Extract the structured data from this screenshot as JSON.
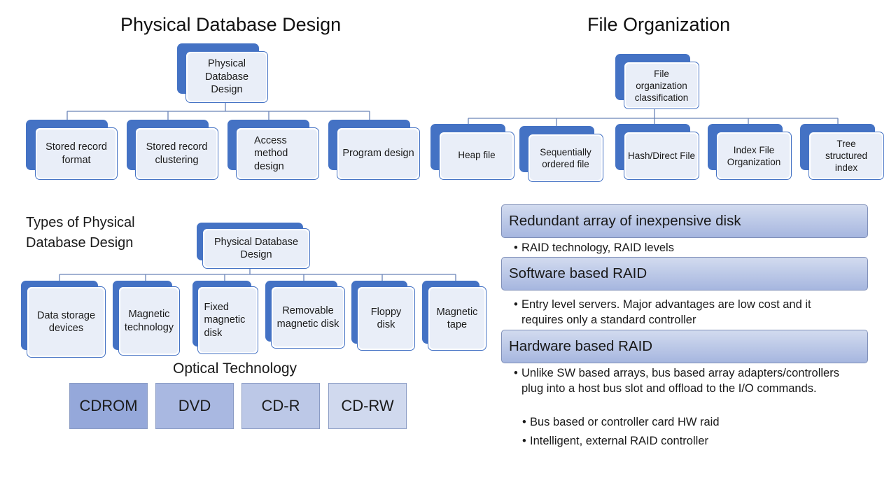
{
  "titles": {
    "physical": "Physical Database Design",
    "file_org": "File Organization",
    "types": "Types of Physical Database Design",
    "optical": "Optical Technology"
  },
  "tree1": {
    "root": "Physical Database Design",
    "children": [
      "Stored record format",
      "Stored record clustering",
      "Access method design",
      "Program design"
    ]
  },
  "tree2": {
    "root": "File organization classification",
    "children": [
      "Heap file",
      "Sequentially ordered file",
      "Hash/Direct File",
      "Index File Organization",
      "Tree structured index"
    ]
  },
  "tree3": {
    "root": "Physical Database Design",
    "children": [
      "Data storage devices",
      "Magnetic technology",
      "Fixed magnetic disk",
      "Removable magnetic disk",
      "Floppy disk",
      "Magnetic tape"
    ]
  },
  "optical": [
    "CDROM",
    "DVD",
    "CD-R",
    "CD-RW"
  ],
  "raid": {
    "bar1": "Redundant array of inexpensive disk",
    "bullet1": "RAID technology,  RAID levels",
    "bar2": "Software based RAID",
    "bullet2": "Entry level servers. Major advantages are low cost and it requires only a standard controller",
    "bar3": "Hardware based RAID",
    "bullet3": "Unlike SW based arrays, bus based array adapters/controllers plug into a host bus slot and offload to the I/O commands.",
    "bullet4": "Bus based or controller card HW raid",
    "bullet5": "Intelligent, external RAID controller"
  },
  "colors": {
    "node_back": "#4472C4",
    "node_fill": "#e9eef8",
    "optical": [
      "#95a8da",
      "#a9b8e1",
      "#bcc8e7",
      "#d0d9ee"
    ]
  }
}
